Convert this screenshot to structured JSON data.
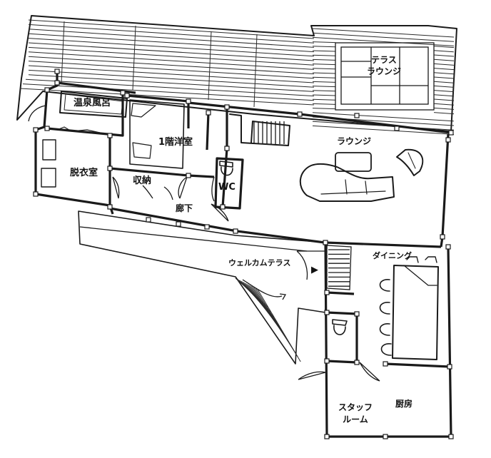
{
  "rooms": {
    "onsen_bath": "温泉風呂",
    "western_room": "1階洋室",
    "terrace_lounge_line1": "テラス",
    "terrace_lounge_line2": "ラウンジ",
    "lounge": "ラウンジ",
    "dressing_room": "脱衣室",
    "storage": "収納",
    "wc": "WC",
    "corridor": "廊下",
    "welcome_terrace": "ウェルカムテラス",
    "dining": "ダイニング",
    "staff_room_line1": "スタッフ",
    "staff_room_line2": "ルーム",
    "kitchen": "厨房"
  },
  "entrance_marker": "▶"
}
